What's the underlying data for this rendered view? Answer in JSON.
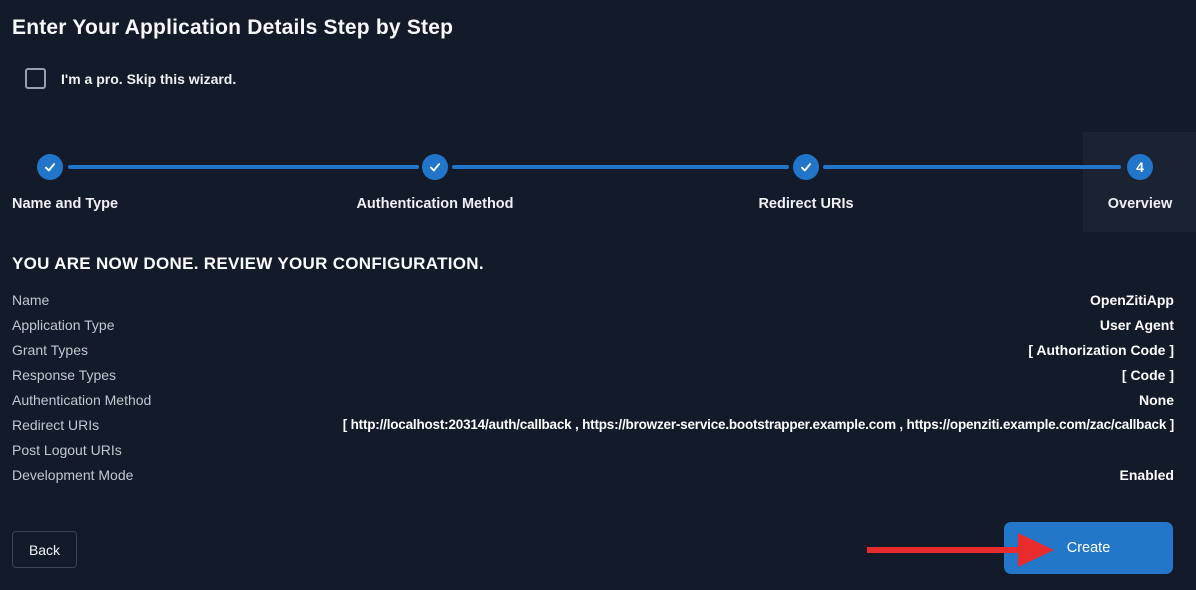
{
  "colors": {
    "background": "#131a29",
    "overview_panel": "#1b2232",
    "accent_blue": "#2277c9",
    "stepper_blue": "#2176c9",
    "arrow_red": "#e82c2e"
  },
  "header": {
    "title": "Enter Your Application Details Step by Step"
  },
  "skip_wizard": {
    "label": "I'm a pro. Skip this wizard.",
    "checked": false
  },
  "stepper": {
    "steps": [
      {
        "label": "Name and Type",
        "state": "done"
      },
      {
        "label": "Authentication Method",
        "state": "done"
      },
      {
        "label": "Redirect URIs",
        "state": "done"
      },
      {
        "label": "Overview",
        "state": "current",
        "number": "4"
      }
    ]
  },
  "review": {
    "heading": "YOU ARE NOW DONE. REVIEW YOUR CONFIGURATION.",
    "rows": [
      {
        "label": "Name",
        "value": "OpenZitiApp"
      },
      {
        "label": "Application Type",
        "value": "User Agent"
      },
      {
        "label": "Grant Types",
        "value": "[ Authorization Code ]"
      },
      {
        "label": "Response Types",
        "value": "[ Code ]"
      },
      {
        "label": "Authentication Method",
        "value": "None"
      },
      {
        "label": "Redirect URIs",
        "value": "[ http://localhost:20314/auth/callback , https://browzer-service.bootstrapper.example.com , https://openziti.example.com/zac/callback ]"
      },
      {
        "label": "Post Logout URIs",
        "value": ""
      },
      {
        "label": "Development Mode",
        "value": "Enabled"
      }
    ]
  },
  "actions": {
    "back_label": "Back",
    "create_label": "Create"
  }
}
